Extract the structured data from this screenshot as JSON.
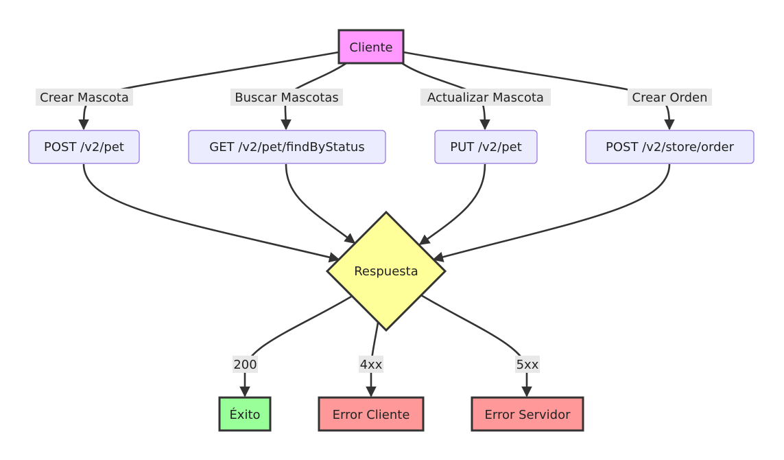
{
  "nodes": {
    "client": {
      "label": "Cliente",
      "fill": "#ff99ff",
      "stroke": "#333333"
    },
    "post_pet": {
      "label": "POST /v2/pet",
      "fill": "#ececff",
      "stroke": "#9370db"
    },
    "get_pet": {
      "label": "GET /v2/pet/findByStatus",
      "fill": "#ececff",
      "stroke": "#9370db"
    },
    "put_pet": {
      "label": "PUT /v2/pet",
      "fill": "#ececff",
      "stroke": "#9370db"
    },
    "post_order": {
      "label": "POST /v2/store/order",
      "fill": "#ececff",
      "stroke": "#9370db"
    },
    "response": {
      "label": "Respuesta",
      "fill": "#ffff99",
      "stroke": "#333333"
    },
    "success": {
      "label": "Éxito",
      "fill": "#99ff99",
      "stroke": "#333333"
    },
    "client_error": {
      "label": "Error Cliente",
      "fill": "#ff9999",
      "stroke": "#333333"
    },
    "server_error": {
      "label": "Error Servidor",
      "fill": "#ff9999",
      "stroke": "#333333"
    }
  },
  "edges": {
    "create_pet": "Crear Mascota",
    "find_pets": "Buscar Mascotas",
    "update_pet": "Actualizar Mascota",
    "create_order": "Crear Orden",
    "status_200": "200",
    "status_4xx": "4xx",
    "status_5xx": "5xx"
  }
}
